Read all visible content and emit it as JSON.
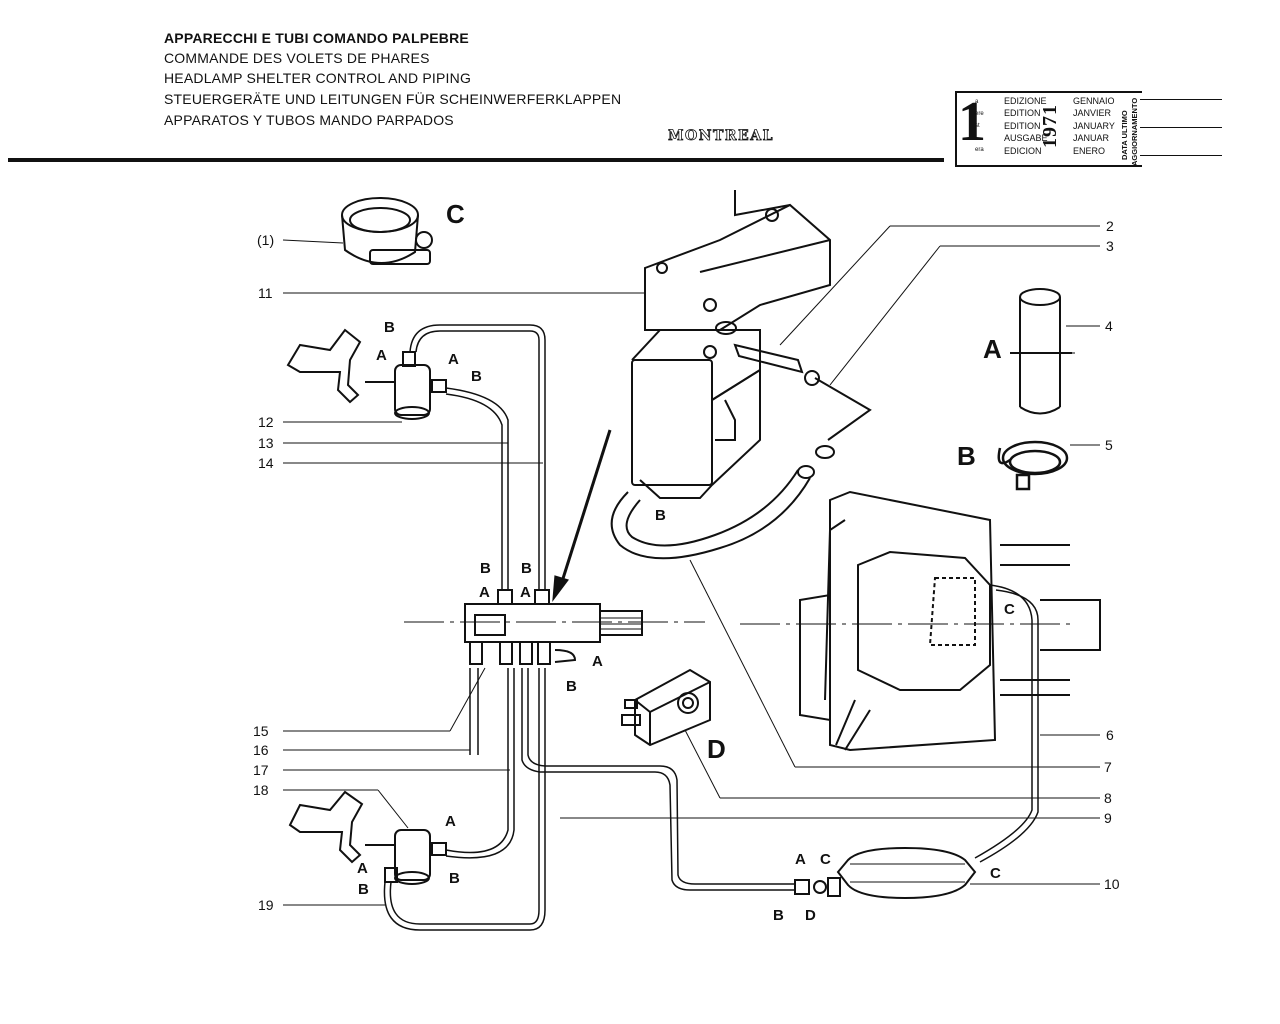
{
  "header": {
    "titles": [
      "APPARECCHI E TUBI COMANDO PALPEBRE",
      "COMMANDE DES VOLETS DE PHARES",
      "HEADLAMP SHELTER CONTROL AND PIPING",
      "STEUERGERÄTE UND LEITUNGEN FÜR SCHEINWERFERKLAPPEN",
      "APPARATOS Y TUBOS MANDO PARPADOS"
    ],
    "brand": "MONTREAL"
  },
  "edition_box": {
    "number": "1",
    "suffixes": [
      "a",
      "ere",
      "st",
      ".",
      "era"
    ],
    "edition_words": [
      "EDIZIONE",
      "EDITION",
      "EDITION",
      "AUSGABE",
      "EDICION"
    ],
    "year": "1971",
    "months": [
      "GENNAIO",
      "JANVIER",
      "JANUARY",
      "JANUAR",
      "ENERO"
    ],
    "update_label_1": "DATA ULTIMO",
    "update_label_2": "AGGIORNAMENTO"
  },
  "callouts": {
    "p1": "(1)",
    "p2": "2",
    "p3": "3",
    "p4": "4",
    "p5": "5",
    "p6": "6",
    "p7": "7",
    "p8": "8",
    "p9": "9",
    "p10": "10",
    "p11": "11",
    "p12": "12",
    "p13": "13",
    "p14": "14",
    "p15": "15",
    "p16": "16",
    "p17": "17",
    "p18": "18",
    "p19": "19"
  },
  "detail_letters": {
    "C": "C",
    "A": "A",
    "B": "B",
    "D": "D"
  },
  "fitting_letters": {
    "A": "A",
    "B": "B",
    "C": "C",
    "D": "D"
  }
}
